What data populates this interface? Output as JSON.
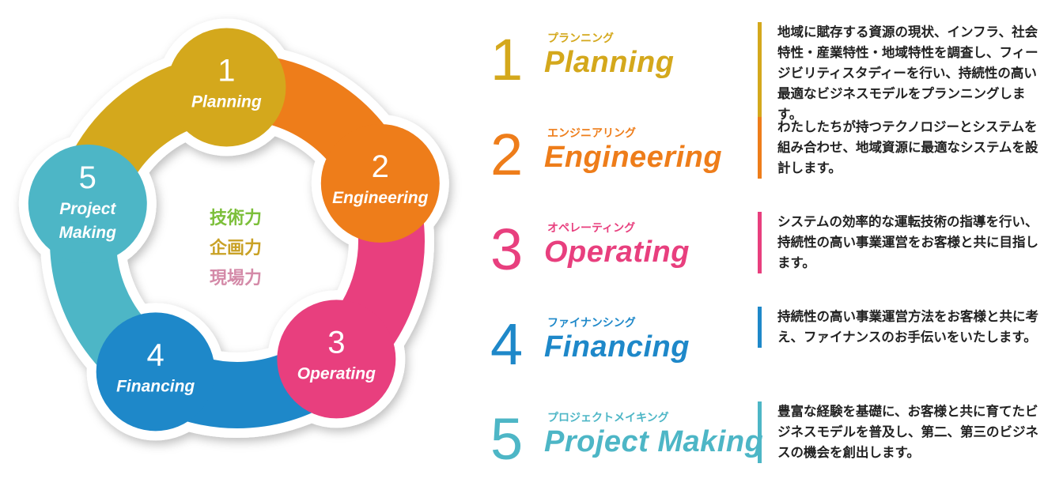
{
  "center_words": [
    {
      "text": "技術力",
      "color": "#7cbf3a"
    },
    {
      "text": "企画力",
      "color": "#c9a125"
    },
    {
      "text": "現場力",
      "color": "#d48aa8"
    }
  ],
  "steps": [
    {
      "number": "1",
      "english": "Planning",
      "kana": "プランニング",
      "color": "#d4a81c",
      "description": "地域に賦存する資源の現状、インフラ、社会特性・産業特性・地域特性を調査し、フィージビリティスタディーを行い、持続性の高い最適なビジネスモデルをプランニングします。"
    },
    {
      "number": "2",
      "english": "Engineering",
      "kana": "エンジニアリング",
      "color": "#ee7d1a",
      "description": "わたしたちが持つテクノロジーとシステムを組み合わせ、地域資源に最適なシステムを設計します。"
    },
    {
      "number": "3",
      "english": "Operating",
      "kana": "オペレーティング",
      "color": "#e83f7e",
      "description": "システムの効率的な運転技術の指導を行い、持続性の高い事業運営をお客様と共に目指します。"
    },
    {
      "number": "4",
      "english": "Financing",
      "kana": "ファイナンシング",
      "color": "#1e88c9",
      "description": "持続性の高い事業運営方法をお客様と共に考え、ファイナンスのお手伝いをいたします。"
    },
    {
      "number": "5",
      "english": "Project Making",
      "kana": "プロジェクトメイキング",
      "color": "#4db6c6",
      "description": "豊富な経験を基礎に、お客様と共に育てたビジネスモデルを普及し、第二、第三のビジネスの機会を創出します。"
    }
  ]
}
